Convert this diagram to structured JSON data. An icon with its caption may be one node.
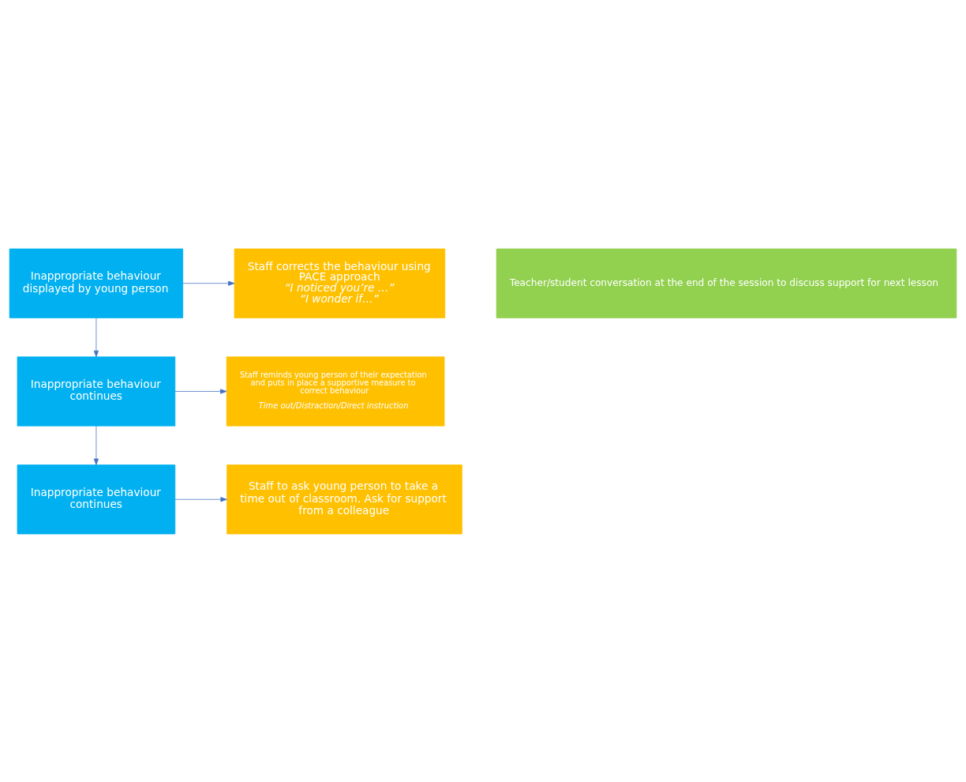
{
  "diagram": {
    "nodes": [
      {
        "text": [
          "Inappropriate behaviour displayed by young person"
        ]
      },
      {
        "text": [
          "Staff corrects the behaviour using PACE approach",
          "“I noticed you’re …”",
          "“I wonder if…”"
        ]
      },
      {
        "text": [
          "Inappropriate behaviour continues"
        ]
      },
      {
        "text": [
          "Staff reminds young person of their expectation and puts in place a supportive measure to correct behaviour",
          "Time out/Distraction/Direct instruction"
        ]
      },
      {
        "text": [
          "Inappropriate behaviour continues"
        ]
      },
      {
        "text": [
          "Staff to ask young person to take a time out of classroom. Ask for support from a colleague"
        ]
      },
      {
        "text": [
          "Teacher/student conversation at the end of the session to discuss support for next lesson"
        ]
      }
    ],
    "edges": [
      {
        "from": 0,
        "to": 1,
        "arrow": "to"
      },
      {
        "from": 0,
        "to": 2,
        "arrow": "to"
      },
      {
        "from": 2,
        "to": 3,
        "arrow": "to"
      },
      {
        "from": 2,
        "to": 4,
        "arrow": "to"
      },
      {
        "from": 4,
        "to": 5,
        "arrow": "to"
      }
    ]
  }
}
